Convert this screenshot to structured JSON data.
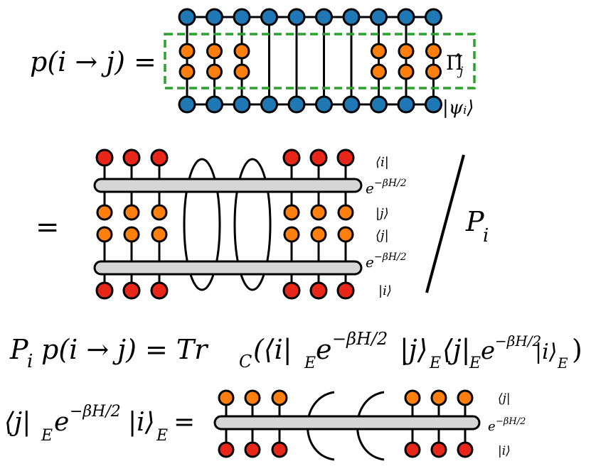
{
  "colors": {
    "blue": "#1f77b4",
    "orange": "#ff7f0e",
    "red": "#e8261a",
    "gray": "#d6d6d6",
    "dash": "#2ca02c",
    "ink": "#000000"
  },
  "row1": {
    "lhs": "p(i → j) =",
    "proj_label": "Π̂",
    "proj_sub": "j",
    "ket_label": "|ψᵢ⟩"
  },
  "row2": {
    "eq": "=",
    "bra_i": "⟨i|",
    "exp_top": "e",
    "exp_sup": "−βH/2",
    "ket_j": "|j⟩",
    "bra_j": "⟨j|",
    "exp_bot": "e",
    "exp_bot_sup": "−βH/2",
    "ket_i": "|i⟩",
    "divisor": "P",
    "divisor_sub": "i"
  },
  "row3": {
    "P": "P",
    "P_sub": "i",
    "mid": "p(i → j) = Tr",
    "tr_sub": "C",
    "body": "(⟨i|",
    "E1": "E",
    "e1": "e",
    "sup1": "−βH/2",
    "ket_j": "|j⟩",
    "E2": "E",
    "bra_j": "⟨j|",
    "E3": "E",
    "e2": "e",
    "sup2": "−βH/2",
    "ket_i": "|i⟩",
    "E4": "E",
    "close": ")"
  },
  "row4": {
    "bra_j": "⟨j|",
    "E1": "E",
    "e": "e",
    "sup": "−βH/2",
    "ket_i": "|i⟩",
    "E2": "E",
    "eq": "=",
    "lab_bra": "⟨j|",
    "lab_e": "e",
    "lab_sup": "−βH/2",
    "lab_ket": "|i⟩"
  }
}
